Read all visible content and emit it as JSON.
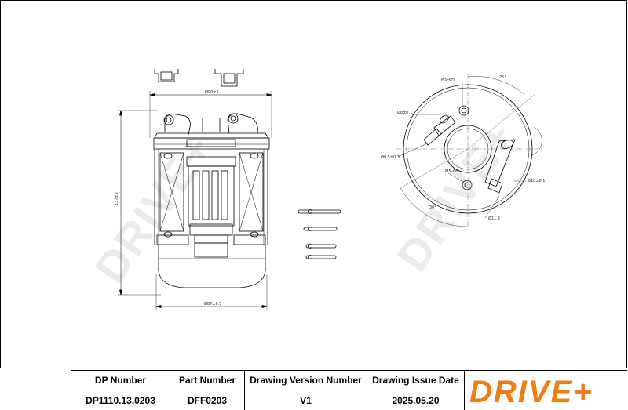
{
  "dimensions": {
    "top_width": "Ø90±2",
    "bottom_width": "Ø87±0.5",
    "height": "137±2",
    "m5_top": "M5–6H",
    "m5_bottom": "M5–6H",
    "angle_top": "25°",
    "angle_bottom": "30°",
    "dia_8": "Ø8±0.1",
    "dia_9_5": "Ø9.5±0.3",
    "dia_10": "Ø10±0.1",
    "dia_11_5": "Ø11.5"
  },
  "watermark": "DRIVE+",
  "title_block": {
    "headers": [
      "DP Number",
      "Part Number",
      "Drawing Version Number",
      "Drawing Issue Date"
    ],
    "values": [
      "DP1110.13.0203",
      "DFF0203",
      "V1",
      "2025.05.20"
    ]
  },
  "logo": {
    "text": "DRIVE+",
    "color": "#f07d14"
  }
}
